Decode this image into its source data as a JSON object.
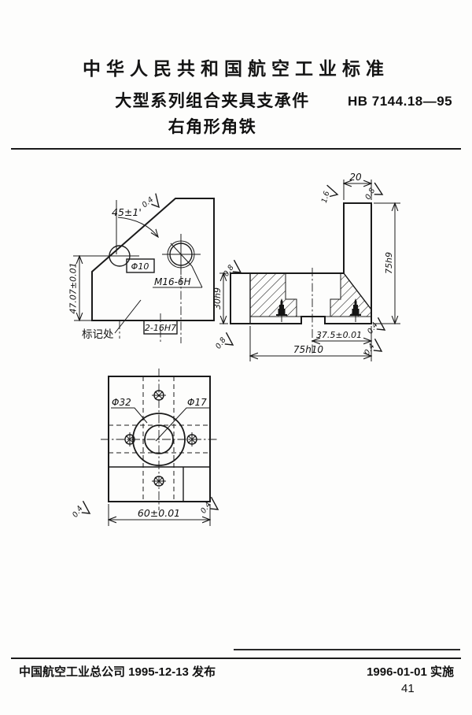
{
  "page": {
    "header": "中华人民共和国航空工业标准",
    "title_line1": "大型系列组合夹具支承件",
    "title_line2": "右角形角铁",
    "standard_no": "HB 7144.18—95",
    "footer_left": "中国航空工业总公司 1995-12-13 发布",
    "footer_right": "1996-01-01 实施",
    "page_number": "41"
  },
  "drawing": {
    "front_view": {
      "angle": "45±1'",
      "slope_roughness": "0.4",
      "height_dim": "47.07±0.01",
      "hole_small": "Φ10",
      "hole_thread": "M16-6H",
      "marking_note": "标记处",
      "holes_note": "2-16H7"
    },
    "section_view": {
      "top_width": "20",
      "col_left_roughness": "1.6",
      "col_right_roughness": "0.8",
      "height_right": "75h9",
      "height_left": "30h9",
      "left_top_roughness": "0.8",
      "left_bottom_roughness": "0.8",
      "slot_offset": "37.5±0.01",
      "base_width": "75h10",
      "right_roughness_1": "0.4",
      "right_roughness_2": "0.4"
    },
    "bottom_view": {
      "outer_hole": "Φ32",
      "inner_hole": "Φ17",
      "width_dim": "60±0.01",
      "left_roughness": "0.4",
      "right_roughness": "0.4"
    }
  }
}
